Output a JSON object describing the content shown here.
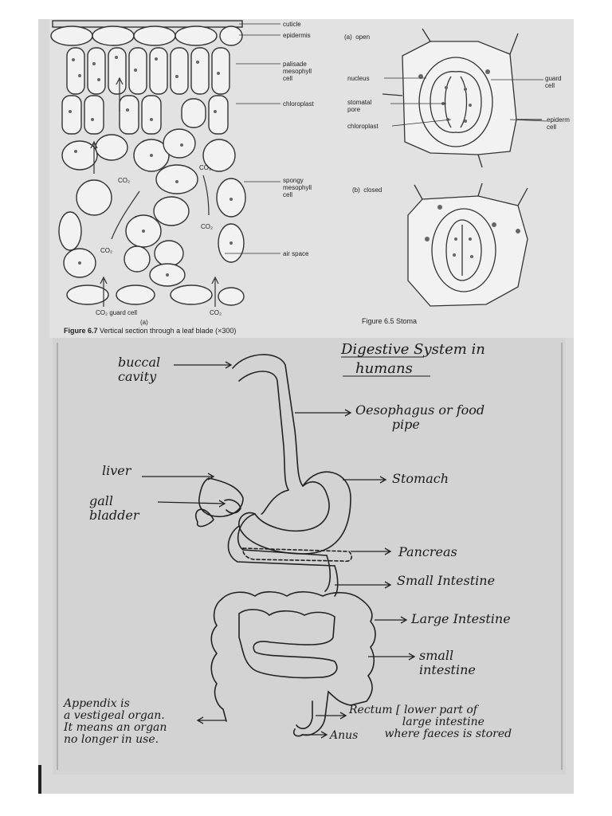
{
  "leaf_figure": {
    "labels": {
      "cuticle": "cuticle",
      "epidermis": "epidermis",
      "palisade": "palisade\nmesophyll\ncell",
      "chloroplast": "chloroplast",
      "spongy": "spongy\nmesophyll\ncell",
      "air_space": "air space",
      "co2": "CO₂",
      "guard_cell": "CO₂ guard cell",
      "part": "(a)"
    },
    "caption_number": "Figure 6.7",
    "caption_text": "Vertical section through a leaf blade (×300)"
  },
  "stoma_figure": {
    "open_label": "(a)  open",
    "closed_label": "(b)  closed",
    "labels": {
      "nucleus": "nucleus",
      "stomatal_pore": "stomatal\npore",
      "chloroplast": "chloroplast",
      "guard_cell": "guard\ncell",
      "epidermal_cell": "epiderm\ncell"
    },
    "caption": "Figure 6.5  Stoma"
  },
  "digestive_notes": {
    "title_line1": "Digestive System in",
    "title_line2": "humans",
    "labels": {
      "buccal": "buccal\ncavity",
      "oesophagus": "Oesophagus or food\n         pipe",
      "liver": "liver",
      "stomach": "Stomach",
      "gall_bladder": "gall\nbladder",
      "pancreas": "Pancreas",
      "small_intestine": "Small Intestine",
      "large_intestine": "Large Intestine",
      "small_intestine_2": "small\nintestine",
      "appendix": "Appendix is\na vestigeal organ.\nIt means an organ\nno longer in use.",
      "rectum": "Rectum [ lower part of\n               large intestine\n          where faeces is stored",
      "anus": "Anus"
    }
  }
}
